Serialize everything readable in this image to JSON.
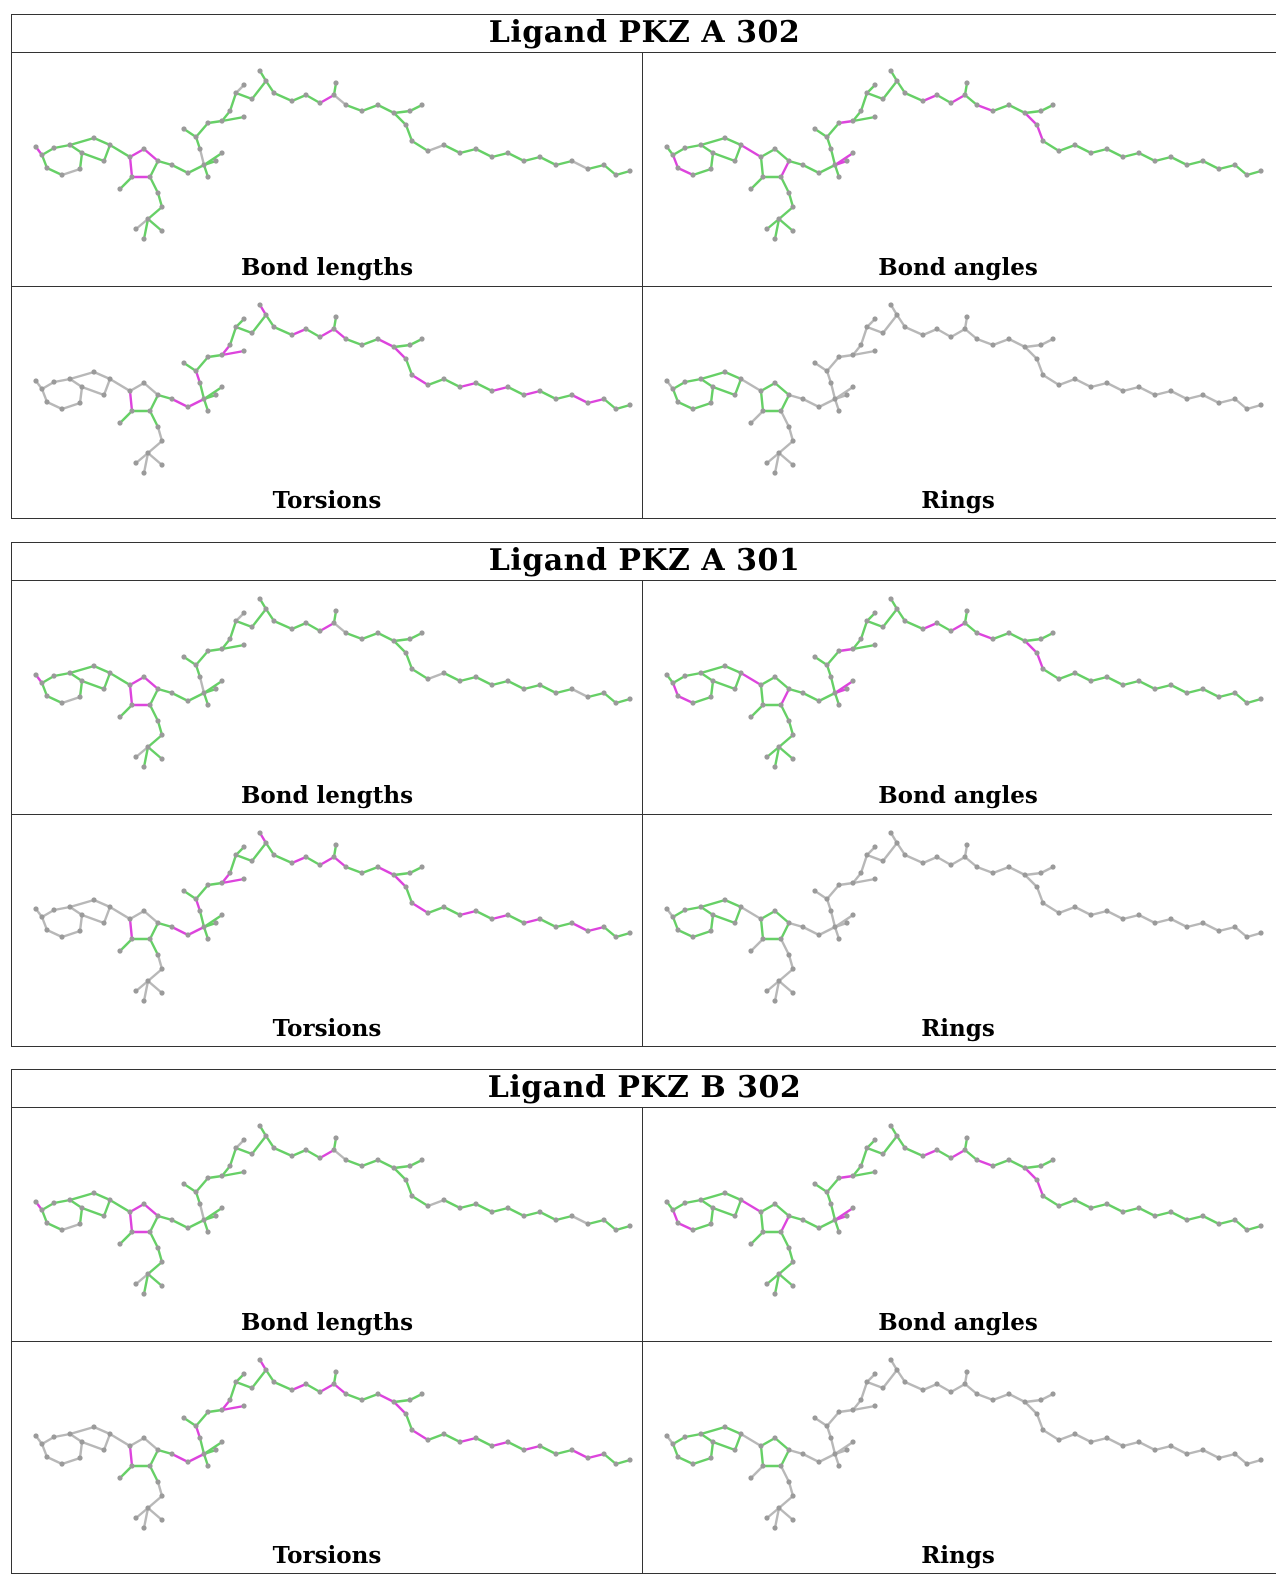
{
  "colors": {
    "ok": "#66d066",
    "outlier": "#dd44dd",
    "neutral": "#b8b8b8",
    "atom": "#9a9a9a"
  },
  "ligands": [
    {
      "title": "Ligand PKZ A 302",
      "panels": [
        {
          "label": "Bond lengths",
          "scheme": "lengths"
        },
        {
          "label": "Bond angles",
          "scheme": "angles"
        },
        {
          "label": "Torsions",
          "scheme": "torsions"
        },
        {
          "label": "Rings",
          "scheme": "rings"
        }
      ]
    },
    {
      "title": "Ligand PKZ A 301",
      "panels": [
        {
          "label": "Bond lengths",
          "scheme": "lengths"
        },
        {
          "label": "Bond angles",
          "scheme": "angles"
        },
        {
          "label": "Torsions",
          "scheme": "torsions"
        },
        {
          "label": "Rings",
          "scheme": "rings"
        }
      ]
    },
    {
      "title": "Ligand PKZ B 302",
      "panels": [
        {
          "label": "Bond lengths",
          "scheme": "lengths"
        },
        {
          "label": "Bond angles",
          "scheme": "angles"
        },
        {
          "label": "Torsions",
          "scheme": "torsions"
        },
        {
          "label": "Rings",
          "scheme": "rings"
        }
      ]
    }
  ]
}
